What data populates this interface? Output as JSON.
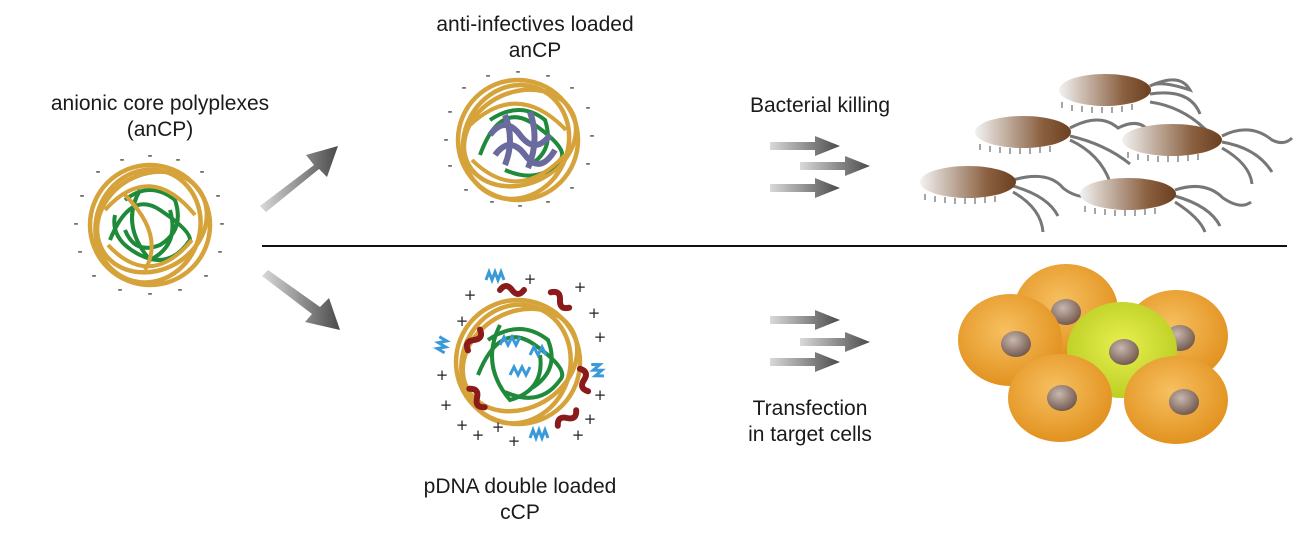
{
  "labels": {
    "source_line1": "anionic core polyplexes",
    "source_line2": "(anCP)",
    "top_line1": "anti-infectives loaded",
    "top_line2": "anCP",
    "bottom_line1": "pDNA double loaded",
    "bottom_line2": "cCP",
    "killing": "Bacterial killing",
    "transfection_line1": "Transfection",
    "transfection_line2": "in target cells"
  },
  "charges": {
    "negative": "-",
    "positive": "+"
  },
  "colors": {
    "sheath": "#d6a23a",
    "dna_core": "#1f8a3a",
    "drug_core": "#6b6a9e",
    "peptide_red": "#8b1a1a",
    "peptide_blue": "#3a9ad9",
    "arrow": "#555555",
    "bacteria": "#7a5030",
    "cell": "#f2a530",
    "target_cell": "#d8e040",
    "nucleus": "#8a7468"
  }
}
